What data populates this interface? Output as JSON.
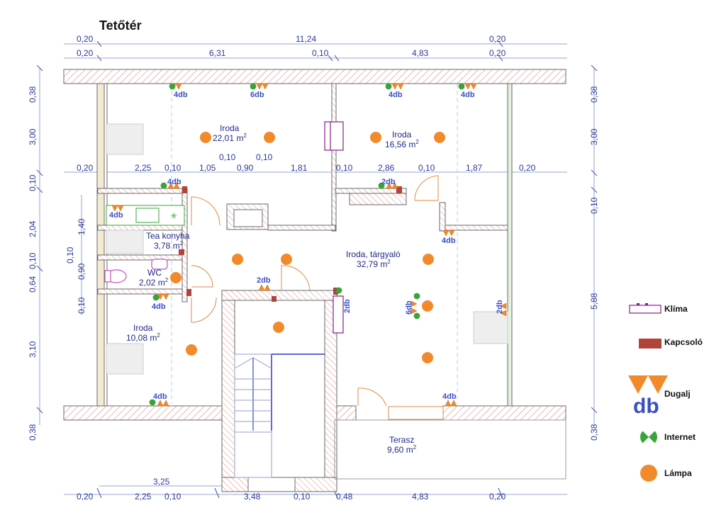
{
  "title": "Tetőtér",
  "dims": {
    "top1": [
      "0,20",
      "11,24",
      "0,20"
    ],
    "top2": [
      "0,20",
      "6,31",
      "0,10",
      "4,83",
      "0,20"
    ],
    "mid1": [
      "0,10",
      "0,10"
    ],
    "mid2": [
      "0,20",
      "2,25",
      "0,10",
      "1,05",
      "0,90",
      "1,81",
      "0,10",
      "2,86",
      "0,10",
      "1,87",
      "0,20"
    ],
    "left_outer": [
      "0,38",
      "3,00",
      "0,10",
      "2,04",
      "0,10",
      "0,64",
      "3,10",
      "0,38"
    ],
    "left_inner": [
      "1,40",
      "0,10",
      "0,90",
      "0,10"
    ],
    "right": [
      "0,38",
      "3,00",
      "0,10",
      "5,88",
      "0,38"
    ],
    "bottom1": [
      "3,25"
    ],
    "bottom2": [
      "0,20",
      "2,25",
      "0,10",
      "3,48",
      "0,10",
      "0,48",
      "4,83",
      "0,20"
    ]
  },
  "rooms": [
    {
      "name": "Iroda",
      "area": "22,01 m"
    },
    {
      "name": "Iroda",
      "area": "16,56 m"
    },
    {
      "name": "Tea konyha",
      "area": "3,78 m"
    },
    {
      "name": "WC",
      "area": "2,02 m"
    },
    {
      "name": "Iroda, tárgyaló",
      "area": "32,79 m"
    },
    {
      "name": "Iroda",
      "area": "10,08 m"
    },
    {
      "name": "Terasz",
      "area": "9,60 m"
    }
  ],
  "area_sup": "2",
  "counts": [
    "4db",
    "6db",
    "4db",
    "4db",
    "4db",
    "2db",
    "4db",
    "4db",
    "2db",
    "6db",
    "2db",
    "4db",
    "4db",
    "2db",
    "4db"
  ],
  "legend": {
    "klima": "Klíma",
    "kapcsolo": "Kapcsoló",
    "dugalj": "Dugalj",
    "dugalj_db": "db",
    "internet": "Internet",
    "lampa": "Lámpa"
  },
  "colors": {
    "lamp": "#f28a2c",
    "socket": "#f28a2c",
    "switch": "#b0443a",
    "internet": "#3aa33a",
    "klima": "#8a1a8a",
    "dims": "#2a3a9a",
    "wall": "#c0504d"
  }
}
